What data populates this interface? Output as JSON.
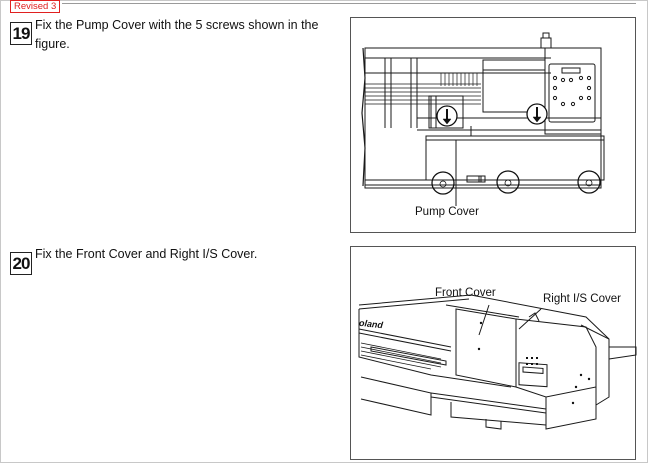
{
  "revision": "Revised 3",
  "steps": [
    {
      "number": "19",
      "text_line1": "Fix the Pump Cover with the 5 screws shown in the",
      "text_line2": "figure.",
      "figure": {
        "label": "Pump Cover"
      }
    },
    {
      "number": "20",
      "text_line1": "Fix the Front Cover and Right I/S Cover.",
      "figure": {
        "label_front": "Front Cover",
        "label_right": "Right I/S Cover",
        "brand_logo": "oland"
      }
    }
  ]
}
